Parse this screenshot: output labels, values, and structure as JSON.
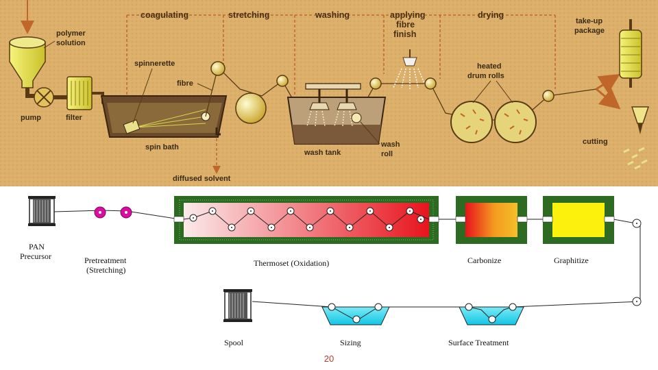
{
  "top_diagram": {
    "stages": {
      "coagulating": "coagulating",
      "stretching": "stretching",
      "washing": "washing",
      "applying_1": "applying",
      "applying_2": "fibre",
      "applying_3": "finish",
      "drying": "drying"
    },
    "labels": {
      "polymer_1": "polymer",
      "polymer_2": "solution",
      "pump": "pump",
      "filter": "filter",
      "spinnerette": "spinnerette",
      "fibre": "fibre",
      "spin_bath": "spin bath",
      "diffused_solvent": "diffused solvent",
      "wash_tank": "wash tank",
      "wash_roll_1": "wash",
      "wash_roll_2": "roll",
      "heated_1": "heated",
      "heated_2": "drum rolls",
      "takeup_1": "take-up",
      "takeup_2": "package",
      "cutting": "cutting"
    }
  },
  "bottom_diagram": {
    "labels": {
      "pan_1": "PAN",
      "pan_2": "Precursor",
      "pretreat_1": "Pretreatment",
      "pretreat_2": "(Stretching)",
      "thermoset": "Thermoset (Oxidation)",
      "carbonize": "Carbonize",
      "graphitize": "Graphitize",
      "spool": "Spool",
      "sizing": "Sizing",
      "surface": "Surface Treatment"
    }
  },
  "footer": {
    "page_number": "20"
  },
  "colors": {
    "top_background": "#dcb06a",
    "line": "#5a3a14",
    "dashed": "#c0662a",
    "furnace_border": "#2e6b22",
    "oxidation_end": "#e8141e",
    "carbonize_mid": "#f39a1f",
    "graphitize_fill": "#fbf10c",
    "bath_fill": "#2ad8ee",
    "roller_pink": "#d60fa0",
    "page_number": "#c0392b"
  }
}
